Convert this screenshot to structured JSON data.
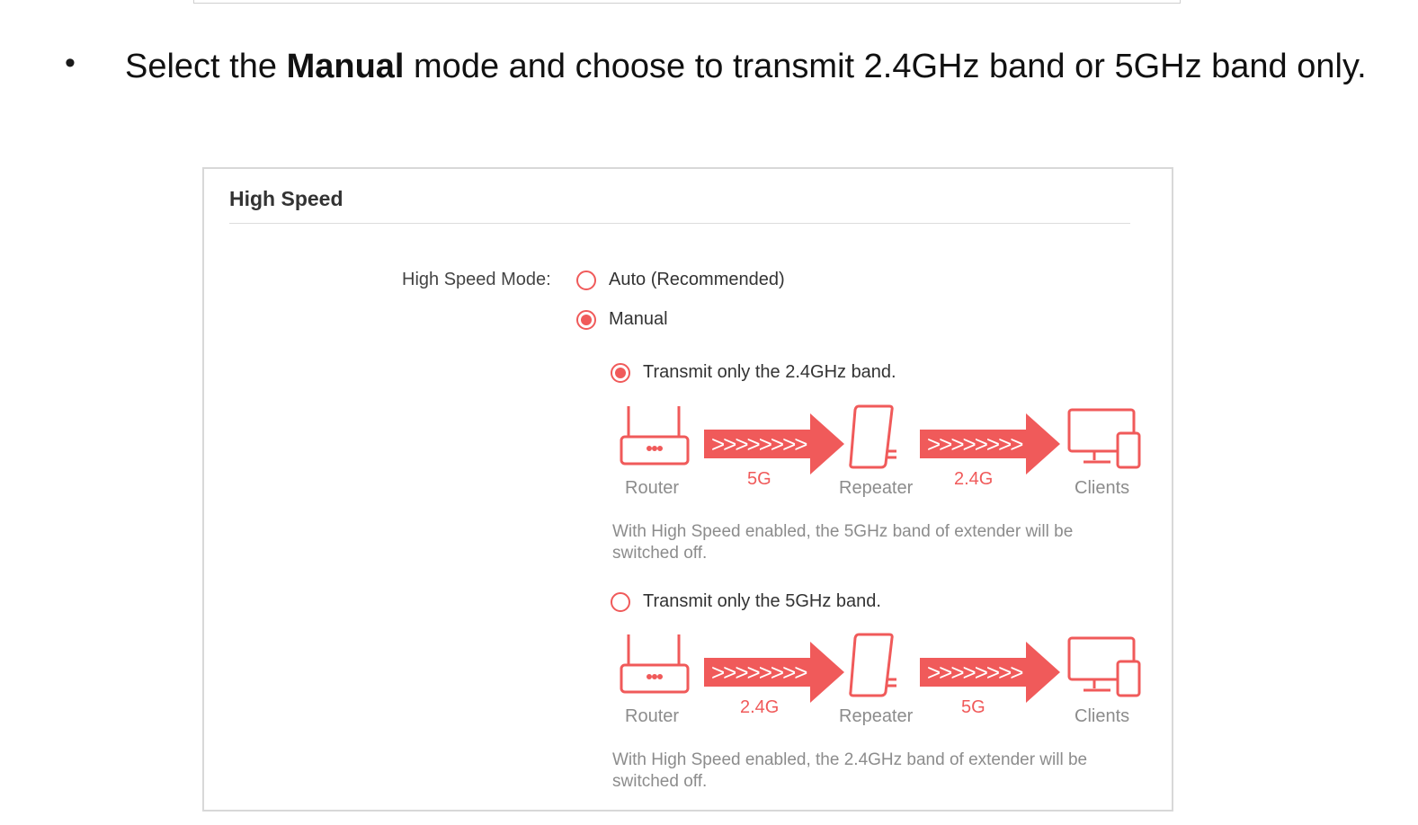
{
  "instruction": {
    "bullet": "•",
    "before": "Select the ",
    "bold": "Manual",
    "after": " mode and choose to transmit 2.4GHz band or 5GHz band only."
  },
  "panel": {
    "title": "High Speed",
    "mode_label": "High Speed Mode:",
    "mode_options": [
      {
        "label": "Auto (Recommended)",
        "checked": false
      },
      {
        "label": "Manual",
        "checked": true
      }
    ],
    "band_options": [
      {
        "label": "Transmit only the 2.4GHz band.",
        "checked": true,
        "diagram": {
          "router": "Router",
          "link1": "5G",
          "repeater": "Repeater",
          "link2": "2.4G",
          "clients": "Clients"
        },
        "note": "With High Speed enabled, the 5GHz band of extender will be switched off."
      },
      {
        "label": "Transmit only the 5GHz band.",
        "checked": false,
        "diagram": {
          "router": "Router",
          "link1": "2.4G",
          "repeater": "Repeater",
          "link2": "5G",
          "clients": "Clients"
        },
        "note": "With High Speed enabled, the 2.4GHz band of extender will be switched off."
      }
    ]
  },
  "colors": {
    "accent": "#f05a5a",
    "muted_text": "#8c8c8c",
    "border": "#d8d8d8"
  }
}
